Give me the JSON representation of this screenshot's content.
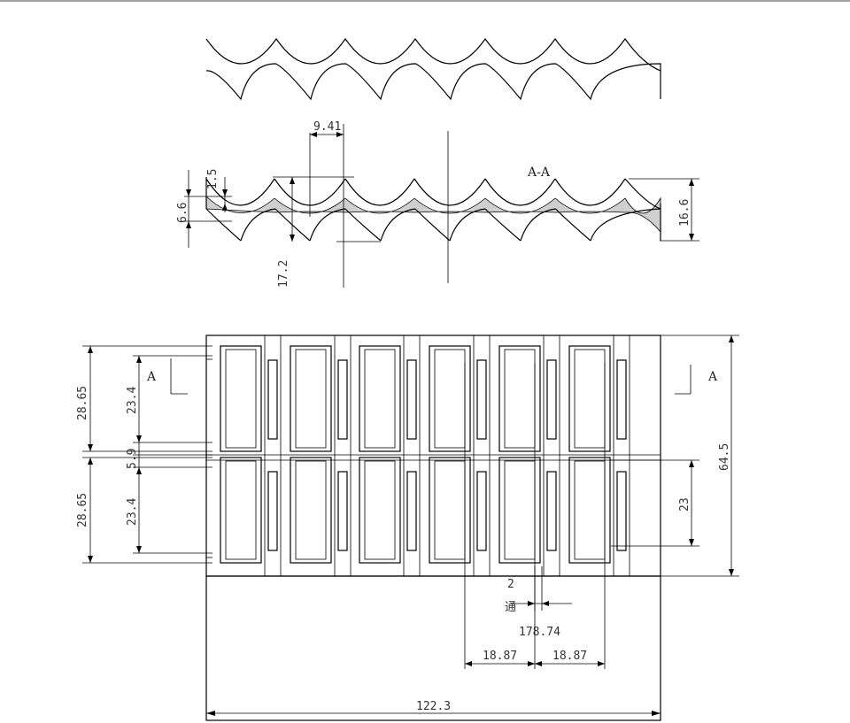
{
  "views": {
    "section_label": "A-A",
    "plan_markers": [
      "A",
      "A"
    ]
  },
  "dimensions": {
    "d_941": "9.41",
    "d_15": "1.5",
    "d_66": "6.6",
    "d_172": "17.2",
    "d_166": "16.6",
    "d_2865_top": "28.65",
    "d_234_top": "23.4",
    "d_59": "5.9",
    "d_2865_bottom": "28.65",
    "d_234_bottom": "23.4",
    "d_645": "64.5",
    "d_23": "23",
    "d_2": "2",
    "d_through": "通",
    "d_17874": "178.74",
    "d_1887_left": "18.87",
    "d_1887_right": "18.87",
    "d_1223": "122.3"
  }
}
